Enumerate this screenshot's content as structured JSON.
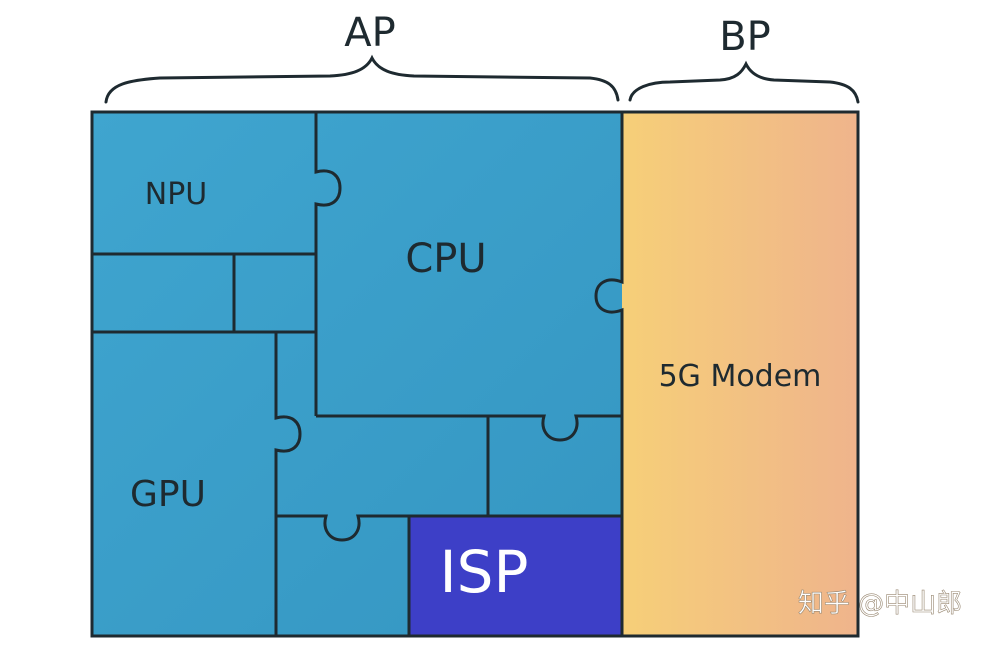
{
  "brackets": {
    "ap_label": "AP",
    "bp_label": "BP"
  },
  "blocks": {
    "npu": "NPU",
    "cpu": "CPU",
    "gpu": "GPU",
    "isp": "ISP",
    "modem": "5G Modem"
  },
  "watermark": "知乎 @中山郎",
  "colors": {
    "ap_blue": "#3a9fcb",
    "isp_blue": "#3d3fc7",
    "bp_orange": "#f3c57a",
    "outline": "#1e2a30"
  }
}
